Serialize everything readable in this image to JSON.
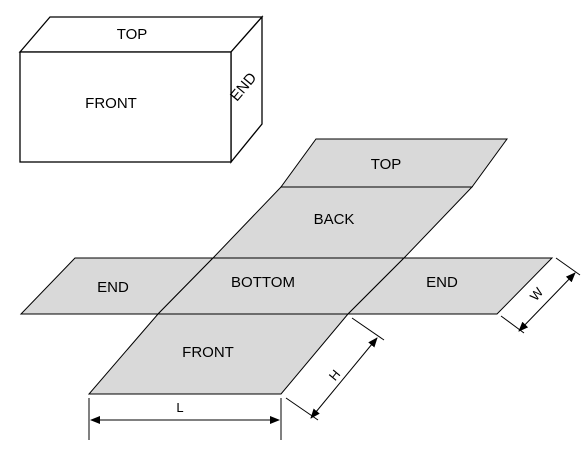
{
  "colors": {
    "face_fill": "#d9d9d9",
    "box_fill": "#ffffff",
    "stroke": "#000000",
    "background": "#ffffff"
  },
  "box": {
    "top": "TOP",
    "front": "FRONT",
    "end": "END"
  },
  "net": {
    "top": "TOP",
    "back": "BACK",
    "bottom": "BOTTOM",
    "end_left": "END",
    "end_right": "END",
    "front": "FRONT"
  },
  "dimensions": {
    "length": "L",
    "height": "H",
    "width": "W"
  }
}
